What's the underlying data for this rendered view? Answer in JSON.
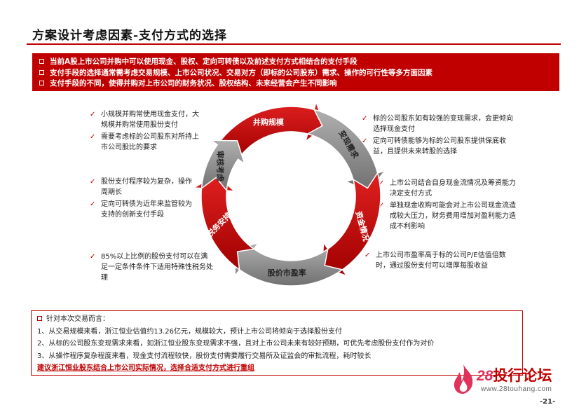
{
  "title": "方案设计考虑因素-支付方式的选择",
  "banner": [
    "当前A股上市公司并购中可以使用现金、股权、定向可转债以及前述支付方式相结合的支付手段",
    "支付手段的选择通常需考虑交易规模、上市公司状况、交易对方（即标的公司股东）需求、操作的可行性等多方面因素",
    "支付手段的不同，使得并购对上市公司的财务状况、股权结构、未来经营会产生不同影响"
  ],
  "cycle": {
    "merger_scale": "并购规模",
    "liquidity_need": "变现需求",
    "funding": "资金情况",
    "valuation": "股价市盈率",
    "tax": "税务安排",
    "review": "审核考虑"
  },
  "notes": {
    "scale": [
      "小规模并购常使用现金支付，大规模并购常使用股份支付",
      "需要考虑标的公司股东对所持上市公司股比的要求"
    ],
    "liquidity": [
      "标的公司股东如有较强的变现需求，会更倾向选择现金支付",
      "定向可转债能够为标的公司股东提供保底收益，且提供未来转股的选择"
    ],
    "review": [
      "股份支付程序较为复杂，操作周期长",
      "定向可转债为近年来监管较为支持的创新支付手段"
    ],
    "funding": [
      "上市公司结合自身现金流情况及筹资能力决定支付方式",
      "单独现金收购可能会对上市公司现金流造成较大压力，财务费用增加对盈利能力造成不利影响"
    ],
    "tax": [
      "85%以上比例的股份支付可以在满足一定条件条件下适用特殊性税务处理"
    ],
    "valuation": [
      "上市公司市盈率高于标的公司P/E估值倍数时，通过股份支付可以增厚每股收益"
    ]
  },
  "conclusion": {
    "heading": "针对本次交易而言：",
    "items": [
      "1、从交易规模来看，浙江恒业估值约13.26亿元，规模较大，预计上市公司将倾向于选择股份支付",
      "2、从标的公司股东变现需求来看，如浙江恒业股东变现需求不强，且对上市公司未来有较好预期，可优先考虑股份支付作为对价",
      "3、从操作程序复杂程度来看，现金支付流程较快，股份支付需要履行交易所及证监会的审批流程，耗时较长"
    ],
    "final": "建议浙江恒业股东结合上市公司实际情况，选择合适支付方式进行重组"
  },
  "logo": {
    "num": "28",
    "text": "投行论坛",
    "url": "www.28touhang.com"
  },
  "page_number": "-21-",
  "colors": {
    "accent": "#c00000",
    "accent_dark": "#a00000",
    "gray": "#9a9a9a",
    "gray_dark": "#6e6e6e"
  }
}
